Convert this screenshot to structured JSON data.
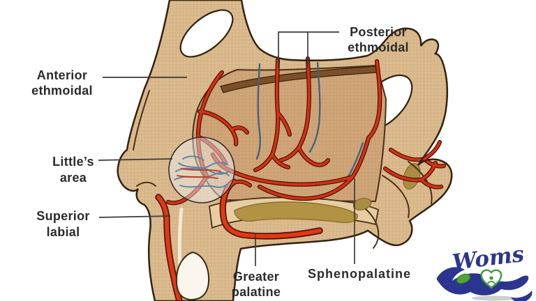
{
  "diagram": {
    "subject": "Arterial supply of the nasal septum (epistaxis diagram)",
    "labels": {
      "anterior_ethmoidal": {
        "line1": "Anterior",
        "line2": "ethmoidal"
      },
      "posterior_ethmoidal": {
        "line1": "Posterior",
        "line2": "ethmoidal"
      },
      "littles_area": {
        "line1": "Little’s",
        "line2": "area"
      },
      "superior_labial": {
        "line1": "Superior",
        "line2": "labial"
      },
      "greater_palatine": {
        "line1": "Greater",
        "line2": "palatine"
      },
      "sphenopalatine": {
        "line1": "Sphenopalatine"
      }
    },
    "colors": {
      "bone": "#dcbb8e",
      "septum": "#d0a678",
      "roof_band": "#7d4f28",
      "artery": "#d93012",
      "artery_outline": "#4a1408",
      "vein": "#44627e",
      "palate_marrow": "#b29344",
      "outline": "#33210f",
      "label_text": "#2b2b2b",
      "leader_line": "#3a3a3a"
    }
  },
  "logo": {
    "brand": "Woms",
    "navy": "#2b3590",
    "green": "#3f9d3f"
  }
}
